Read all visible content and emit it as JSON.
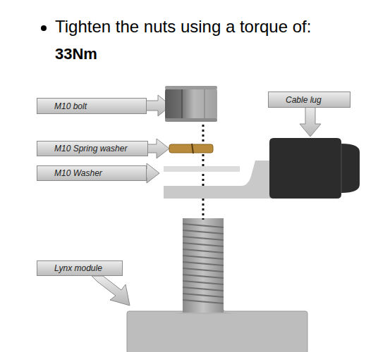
{
  "diagram": {
    "nodes": [
      {
        "text": [
          "M10 bolt"
        ]
      },
      {
        "text": [
          "Cable lug"
        ]
      },
      {
        "text": [
          "M10 Spring washer"
        ]
      },
      {
        "text": [
          "M10 Washer"
        ]
      },
      {
        "text": [
          "Lynx module"
        ]
      }
    ],
    "labels": [
      "Tighten the nuts using a torque of:",
      "33Nm"
    ]
  }
}
